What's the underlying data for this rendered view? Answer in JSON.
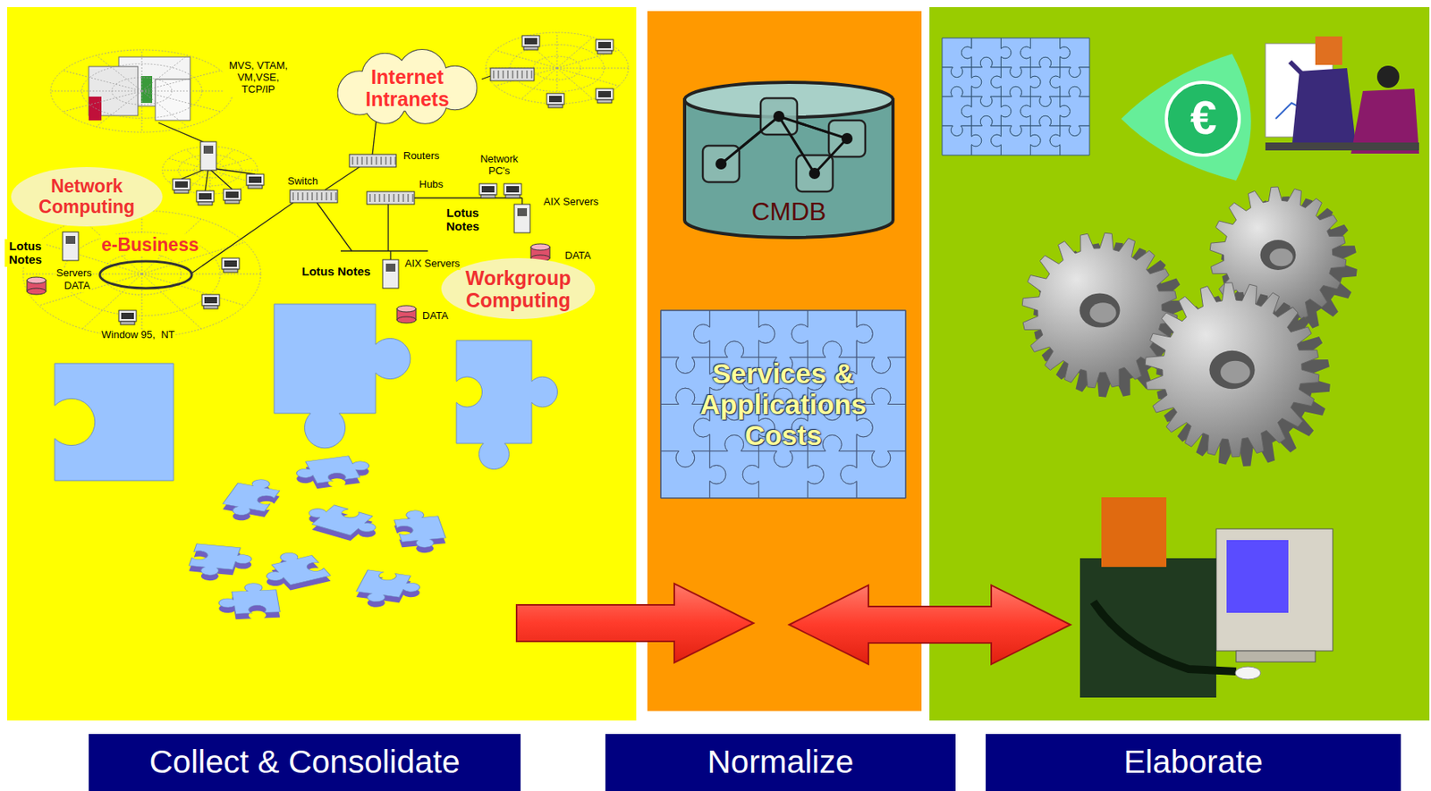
{
  "diagram": {
    "nodes": [
      {
        "text": [
          "Internet Intranets"
        ]
      },
      {
        "text": [
          "Network Computing"
        ]
      },
      {
        "text": [
          "Workgroup Computing"
        ]
      },
      {
        "text": [
          "CMDB"
        ]
      },
      {
        "text": [
          "Services & Applications Costs"
        ]
      },
      {
        "text": [
          "Collect & Consolidate"
        ]
      },
      {
        "text": [
          "Normalize"
        ]
      },
      {
        "text": [
          "Elaborate"
        ]
      }
    ],
    "labels": [
      "MVS, VTAM, VM,VSE, TCP/IP",
      "Routers",
      "Switch",
      "Hubs",
      "Network PC's",
      "AIX Servers",
      "Lotus Notes",
      "DATA",
      "AIX Servers",
      "Lotus Notes",
      "DATA",
      "Lotus Notes",
      "Servers",
      "DATA",
      "e-Business",
      "Window 95,  NT",
      "€"
    ]
  }
}
